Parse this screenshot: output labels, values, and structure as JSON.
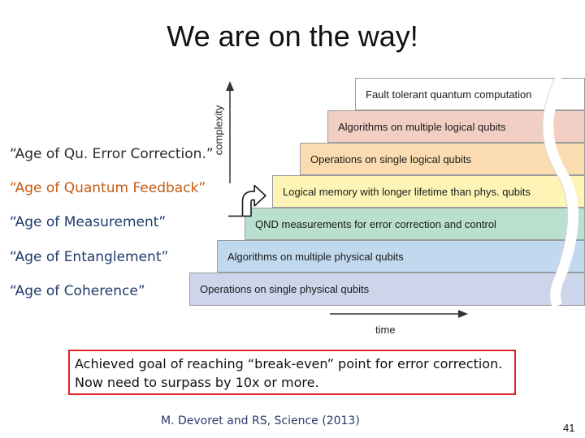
{
  "title": "We are on the way!",
  "ages": [
    {
      "label": "“Age of Qu. Error Correction.”",
      "color": "#2b2b2b"
    },
    {
      "label": "“Age of Quantum Feedback”",
      "color": "#c55a11"
    },
    {
      "label": "“Age of Measurement”",
      "color": "#1f3b6b"
    },
    {
      "label": "“Age of Entanglement”",
      "color": "#1f3b6b"
    },
    {
      "label": "“Age of Coherence”",
      "color": "#1f3b6b"
    }
  ],
  "steps": [
    {
      "label": "Fault tolerant quantum computation",
      "color": "#ffffff"
    },
    {
      "label": "Algorithms on multiple logical qubits",
      "color": "#f2cfc4"
    },
    {
      "label": "Operations on single logical qubits",
      "color": "#fbdcb0"
    },
    {
      "label": "Logical memory with longer lifetime than phys. qubits",
      "color": "#fdf4b6"
    },
    {
      "label": "QND measurements for error correction and control",
      "color": "#b9e0cf"
    },
    {
      "label": "Algorithms on multiple physical qubits",
      "color": "#c1d9ef"
    },
    {
      "label": "Operations on single physical qubits",
      "color": "#ccd5ea"
    }
  ],
  "axes": {
    "y_label": "complexity",
    "x_label": "time"
  },
  "note": {
    "line1": "Achieved goal of reaching “break-even” point for error correction.",
    "line2": "Now need to surpass by 10x or more."
  },
  "citation": "M. Devoret and RS, Science (2013)",
  "page_number": "41"
}
